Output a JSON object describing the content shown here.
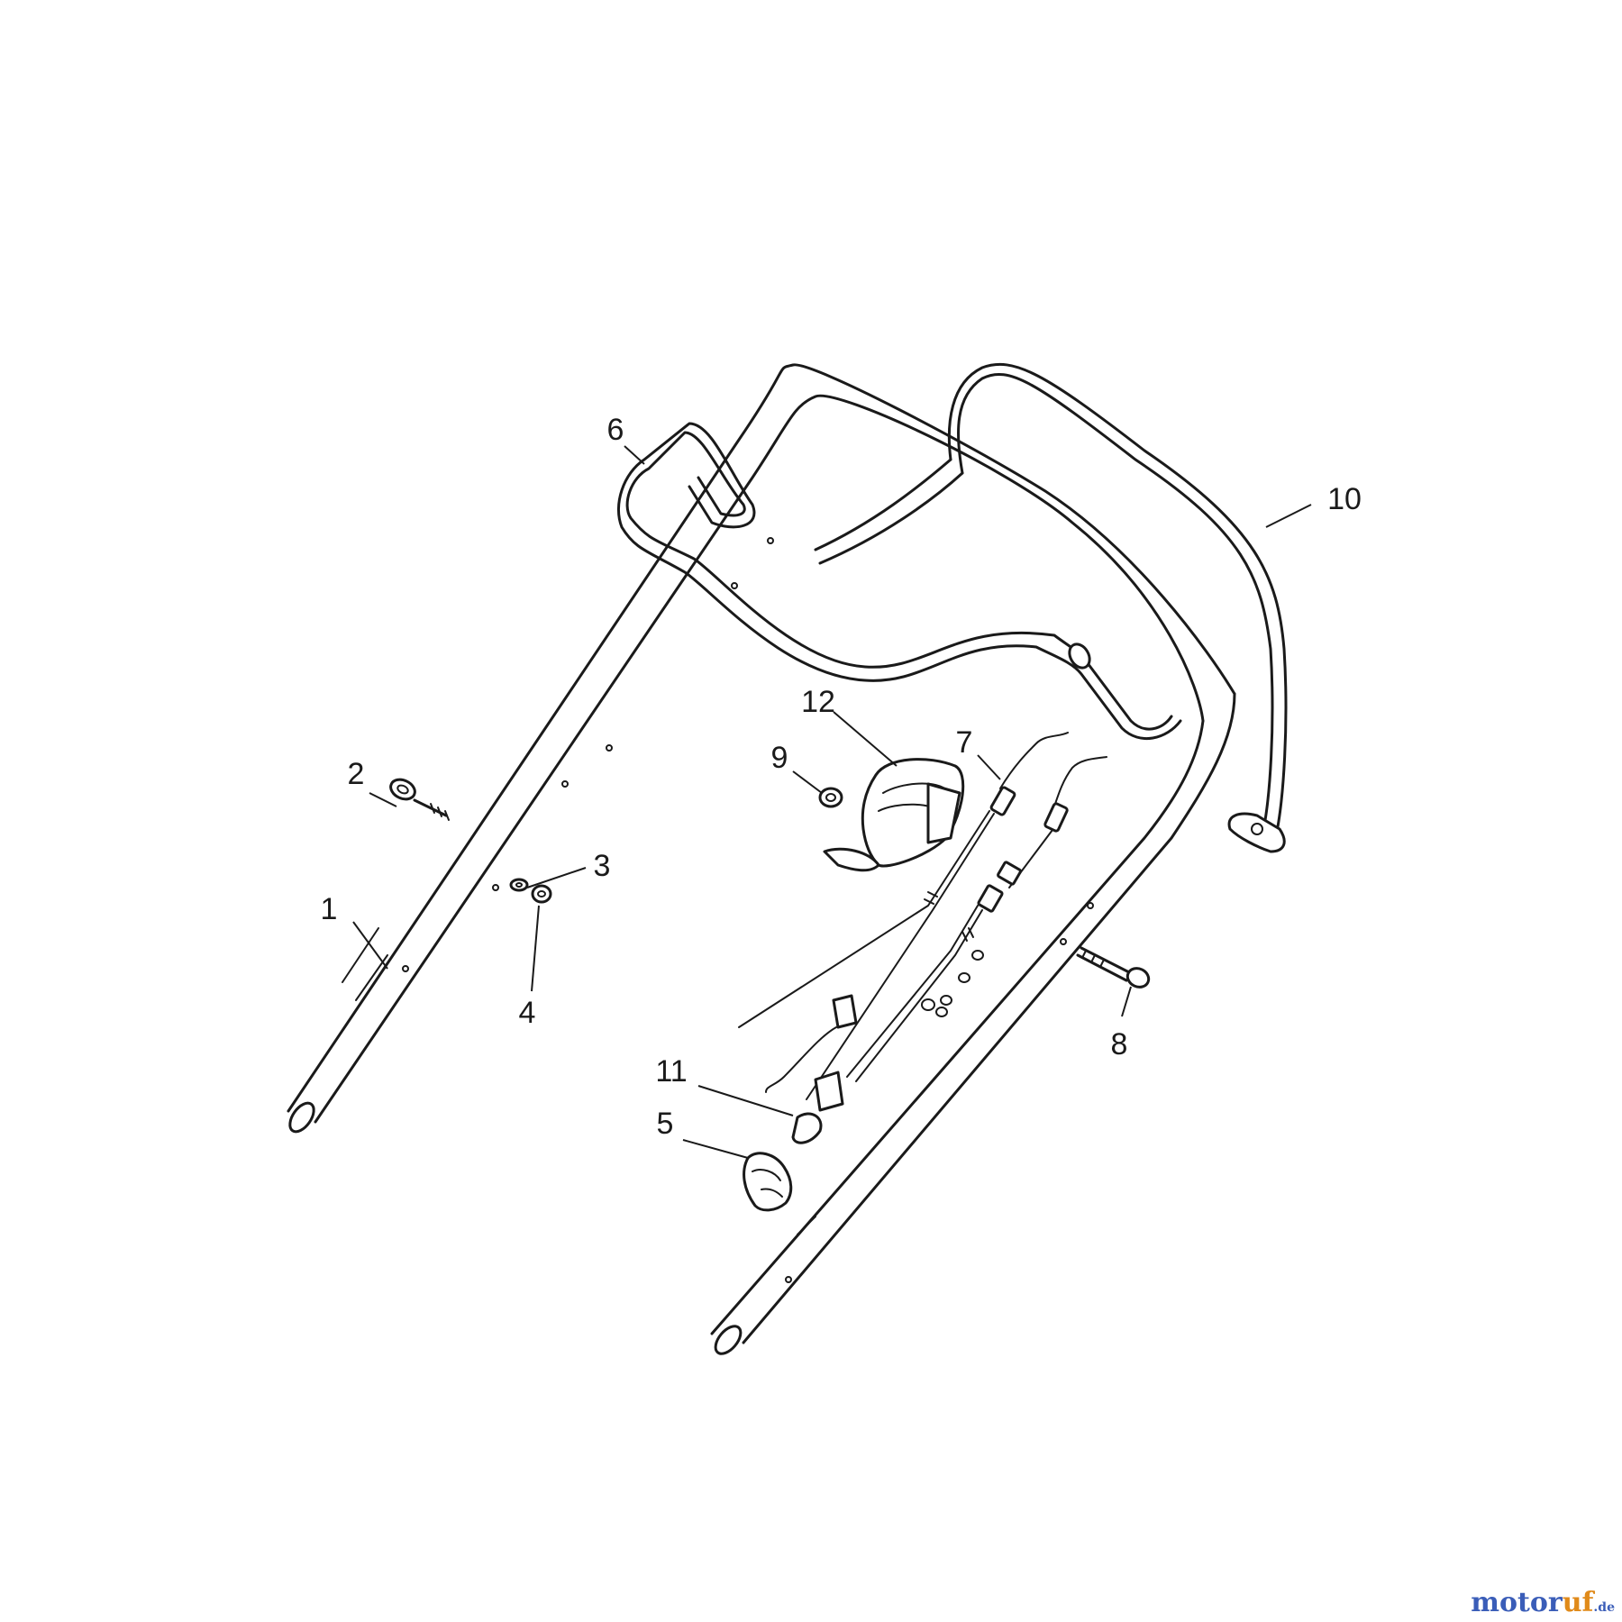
{
  "callouts": [
    {
      "id": "1",
      "label": "1",
      "part": "lower-handle-tube"
    },
    {
      "id": "2",
      "label": "2",
      "part": "eye-bolt"
    },
    {
      "id": "3",
      "label": "3",
      "part": "washer"
    },
    {
      "id": "4",
      "label": "4",
      "part": "nut"
    },
    {
      "id": "5",
      "label": "5",
      "part": "cable-clip"
    },
    {
      "id": "6",
      "label": "6",
      "part": "engine-stop-bail"
    },
    {
      "id": "7",
      "label": "7",
      "part": "control-cable"
    },
    {
      "id": "8",
      "label": "8",
      "part": "screw"
    },
    {
      "id": "9",
      "label": "9",
      "part": "lock-nut"
    },
    {
      "id": "10",
      "label": "10",
      "part": "drive-bail"
    },
    {
      "id": "11",
      "label": "11",
      "part": "drive-cable"
    },
    {
      "id": "12",
      "label": "12",
      "part": "throttle-control"
    }
  ],
  "watermark": {
    "name": "motoruf",
    "name_part1": "motor",
    "name_part2": "uf",
    "tld": ".de"
  }
}
